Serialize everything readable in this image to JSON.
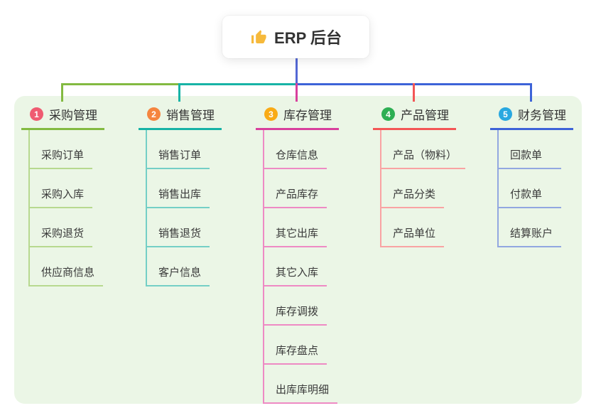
{
  "root": {
    "label": "ERP 后台",
    "icon": "thumbs-up-icon",
    "icon_color": "#f6b93b",
    "line_color": "#5468d5"
  },
  "panel": {
    "background": "#ebf6e6"
  },
  "branches": [
    {
      "num": "1",
      "label": "采购管理",
      "badge_color": "#ef5b71",
      "line_color": "#83ba41",
      "light_color": "#b7d98f",
      "children": [
        "采购订单",
        "采购入库",
        "采购退货",
        "供应商信息"
      ]
    },
    {
      "num": "2",
      "label": "销售管理",
      "badge_color": "#f5853f",
      "line_color": "#17b3a6",
      "light_color": "#74cfc6",
      "children": [
        "销售订单",
        "销售出库",
        "销售退货",
        "客户信息"
      ]
    },
    {
      "num": "3",
      "label": "库存管理",
      "badge_color": "#f9ab16",
      "line_color": "#d8409d",
      "light_color": "#ee8ac4",
      "children": [
        "仓库信息",
        "产品库存",
        "其它出库",
        "其它入库",
        "库存调拨",
        "库存盘点",
        "出库库明细"
      ]
    },
    {
      "num": "4",
      "label": "产品管理",
      "badge_color": "#2daf53",
      "line_color": "#f35656",
      "light_color": "#f9a3a3",
      "children": [
        "产品（物料）",
        "产品分类",
        "产品单位"
      ]
    },
    {
      "num": "5",
      "label": "财务管理",
      "badge_color": "#28a8e0",
      "line_color": "#3d63d8",
      "light_color": "#92a7e0",
      "children": [
        "回款单",
        "付款单",
        "结算账户"
      ]
    }
  ]
}
